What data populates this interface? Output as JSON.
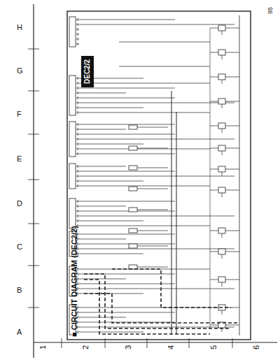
{
  "diagram": {
    "title": "■ CIRCUIT DIAGRAM (DEC2/2)",
    "nodes": [
      {
        "text": [
          "DEC2/2"
        ]
      }
    ],
    "edges": [],
    "labels": [
      "H",
      "G",
      "F",
      "E",
      "D",
      "C",
      "B",
      "A",
      "1",
      "2",
      "3",
      "4",
      "5",
      "6",
      "95"
    ]
  }
}
